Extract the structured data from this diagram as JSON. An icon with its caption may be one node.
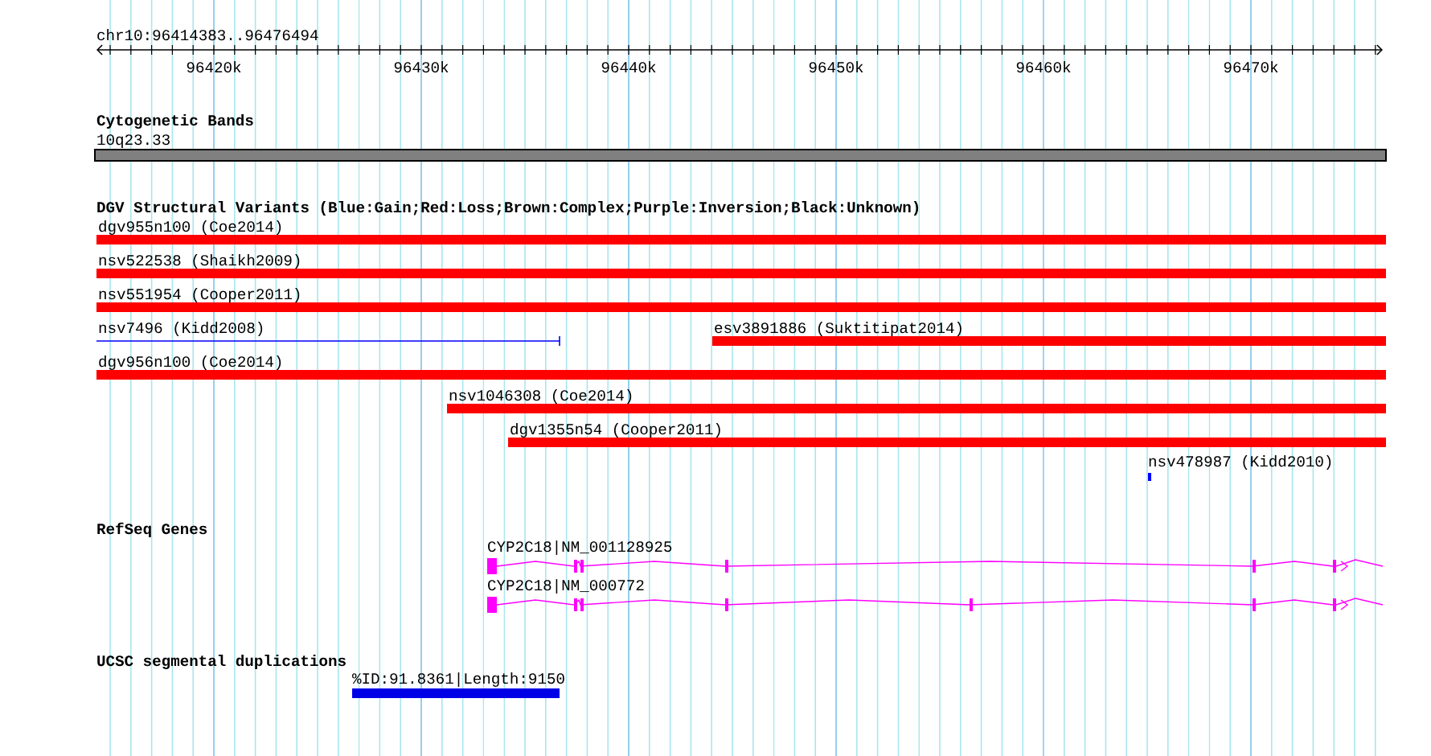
{
  "diagram": {
    "nodes": [
      {
        "text": [
          "10q23.33"
        ]
      },
      {
        "text": [
          "dgv955n100 (Coe2014)"
        ]
      },
      {
        "text": [
          "nsv522538 (Shaikh2009)"
        ]
      },
      {
        "text": [
          "nsv551954 (Cooper2011)"
        ]
      },
      {
        "text": [
          "nsv7496 (Kidd2008)"
        ]
      },
      {
        "text": [
          "esv3891886 (Suktitipat2014)"
        ]
      },
      {
        "text": [
          "dgv956n100 (Coe2014)"
        ]
      },
      {
        "text": [
          "nsv1046308 (Coe2014)"
        ]
      },
      {
        "text": [
          "dgv1355n54 (Cooper2011)"
        ]
      },
      {
        "text": [
          "nsv478987 (Kidd2010)"
        ]
      },
      {
        "text": [
          "CYP2C18|NM_001128925"
        ]
      },
      {
        "text": [
          "CYP2C18|NM_000772"
        ]
      },
      {
        "text": [
          "%ID:91.8361|Length:9150"
        ]
      }
    ],
    "labels": [
      "chr10:96414383..96476494",
      "96420k",
      "96430k",
      "96440k",
      "96450k",
      "96460k",
      "96470k",
      "Cytogenetic Bands",
      "DGV Structural Variants (Blue:Gain;Red:Loss;Brown:Complex;Purple:Inversion;Black:Unknown)",
      "RefSeq Genes",
      "UCSC segmental duplications"
    ]
  }
}
